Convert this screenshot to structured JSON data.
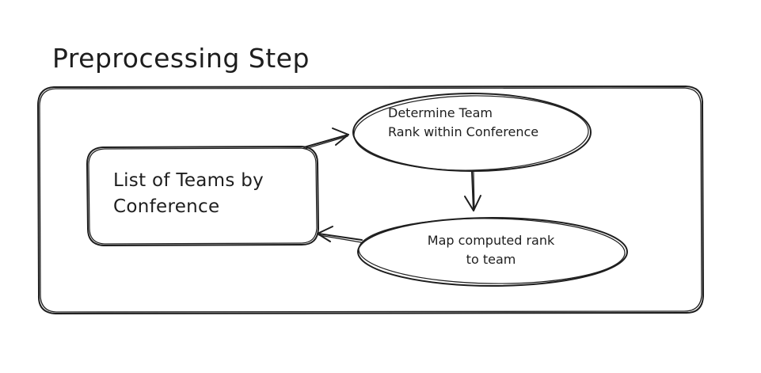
{
  "title": "Preprocessing Step",
  "nodes": {
    "list_of_teams": {
      "label": "List of Teams by\n Conference",
      "shape": "rounded-rectangle"
    },
    "determine_rank": {
      "label": "Determine Team\nRank within Conference",
      "shape": "ellipse"
    },
    "map_rank": {
      "label": "Map computed rank\nto team",
      "shape": "ellipse"
    }
  },
  "edges": [
    {
      "from": "list_of_teams",
      "to": "determine_rank"
    },
    {
      "from": "determine_rank",
      "to": "map_rank"
    },
    {
      "from": "map_rank",
      "to": "list_of_teams"
    }
  ],
  "colors": {
    "stroke": "#1e1e1e",
    "background": "#ffffff"
  }
}
